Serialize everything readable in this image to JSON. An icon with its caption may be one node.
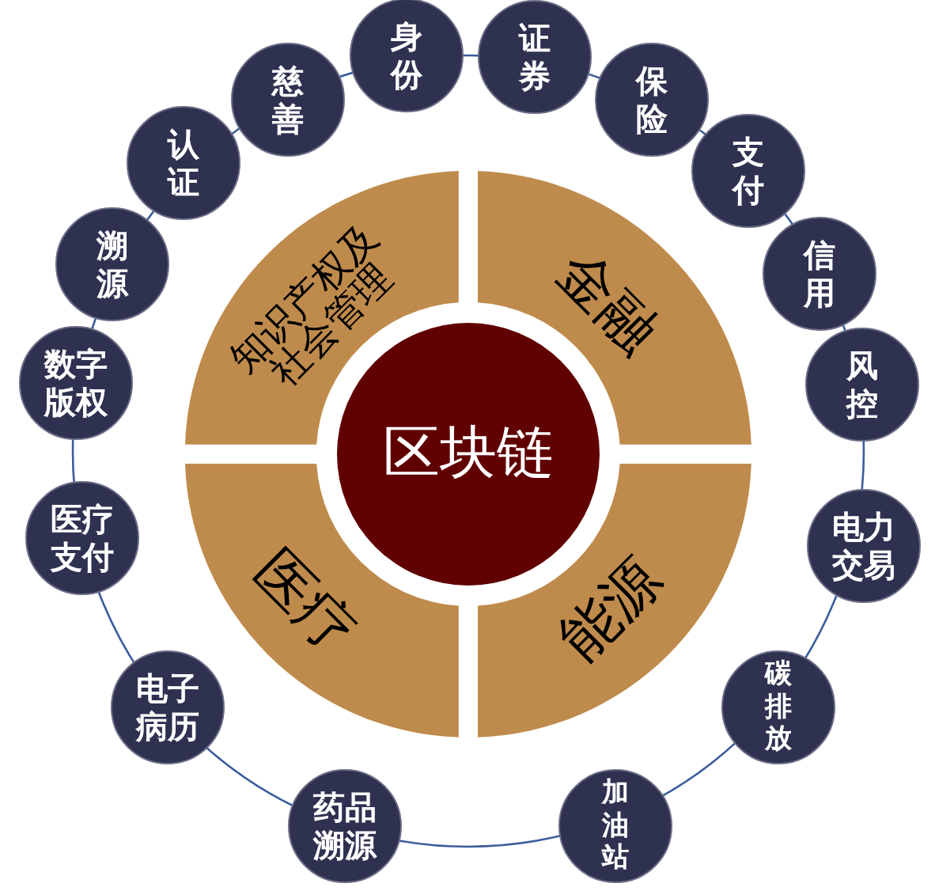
{
  "diagram": {
    "nodes": [
      {
        "text": [
          "区块链"
        ]
      },
      {
        "text": [
          "知识产权及社会管理"
        ]
      },
      {
        "text": [
          "金融"
        ]
      },
      {
        "text": [
          "医疗"
        ]
      },
      {
        "text": [
          "能源"
        ]
      },
      {
        "text": [
          "身份"
        ]
      },
      {
        "text": [
          "证券"
        ]
      },
      {
        "text": [
          "保险"
        ]
      },
      {
        "text": [
          "支付"
        ]
      },
      {
        "text": [
          "信用"
        ]
      },
      {
        "text": [
          "风控"
        ]
      },
      {
        "text": [
          "电力交易"
        ]
      },
      {
        "text": [
          "碳排放"
        ]
      },
      {
        "text": [
          "加油站"
        ]
      },
      {
        "text": [
          "药品溯源"
        ]
      },
      {
        "text": [
          "电子病历"
        ]
      },
      {
        "text": [
          "医疗支付"
        ]
      },
      {
        "text": [
          "数字版权"
        ]
      },
      {
        "text": [
          "溯源"
        ]
      },
      {
        "text": [
          "认证"
        ]
      },
      {
        "text": [
          "慈善"
        ]
      }
    ]
  }
}
